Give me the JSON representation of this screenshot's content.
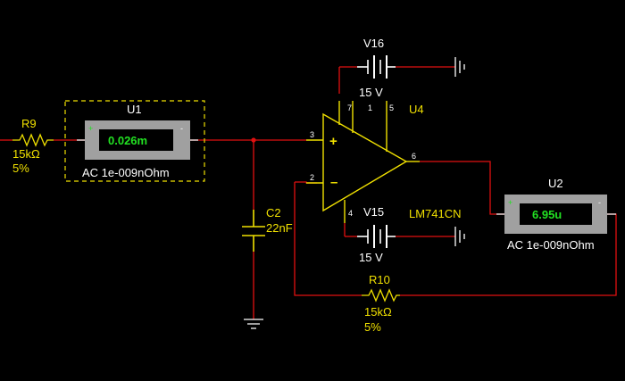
{
  "colors": {
    "background": "#000000",
    "wire": "#e01010",
    "component": "#f0e000",
    "label": "#ffffff",
    "meter_body": "#a0a0a0",
    "meter_display": "#000000",
    "meter_text": "#22e022"
  },
  "components": {
    "r9": {
      "ref": "R9",
      "value": "15kΩ",
      "tol": "5%"
    },
    "r10": {
      "ref": "R10",
      "value": "15kΩ",
      "tol": "5%"
    },
    "c2": {
      "ref": "C2",
      "value": "22nF"
    },
    "u1": {
      "ref": "U1",
      "reading": "0.026m",
      "mode": "AC  1e-009nOhm",
      "plus": "+",
      "minus": "-"
    },
    "u2": {
      "ref": "U2",
      "reading": "6.95u",
      "mode": "AC  1e-009nOhm",
      "plus": "+",
      "minus": "-"
    },
    "u4": {
      "ref": "U4",
      "part": "LM741CN",
      "plus": "+",
      "minus": "–"
    },
    "v16": {
      "ref": "V16",
      "value": "15 V"
    },
    "v15": {
      "ref": "V15",
      "value": "15 V"
    }
  },
  "pins": {
    "p1": "1",
    "p2": "2",
    "p3": "3",
    "p4": "4",
    "p5": "5",
    "p6": "6",
    "p7": "7"
  }
}
